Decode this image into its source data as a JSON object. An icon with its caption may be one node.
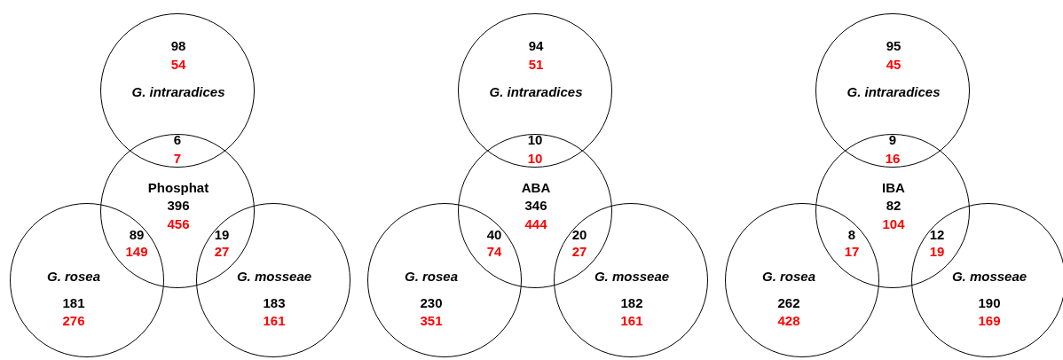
{
  "diagram": {
    "nodes": [
      {
        "text": [
          "98",
          "54",
          "G. intraradices"
        ]
      },
      {
        "text": [
          "Phosphat",
          "396",
          "456"
        ]
      },
      {
        "text": [
          "G. rosea",
          "181",
          "276"
        ]
      },
      {
        "text": [
          "G. mosseae",
          "183",
          "161"
        ]
      },
      {
        "text": [
          "94",
          "51",
          "G. intraradices"
        ]
      },
      {
        "text": [
          "ABA",
          "346",
          "444"
        ]
      },
      {
        "text": [
          "G. rosea",
          "230",
          "351"
        ]
      },
      {
        "text": [
          "G. mosseae",
          "182",
          "161"
        ]
      },
      {
        "text": [
          "95",
          "45",
          "G. intraradices"
        ]
      },
      {
        "text": [
          "IBA",
          "82",
          "104"
        ]
      },
      {
        "text": [
          "G. rosea",
          "262",
          "428"
        ]
      },
      {
        "text": [
          "G. mosseae",
          "190",
          "169"
        ]
      }
    ],
    "labels": [
      "6",
      "7",
      "89",
      "149",
      "19",
      "27",
      "10",
      "10",
      "40",
      "74",
      "20",
      "27",
      "9",
      "16",
      "8",
      "17",
      "12",
      "19"
    ]
  }
}
